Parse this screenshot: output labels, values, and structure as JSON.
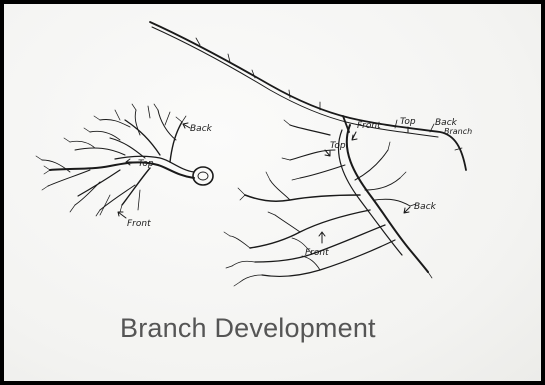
{
  "caption": "Branch Development",
  "left_drawing": {
    "labels": {
      "back": "Back",
      "top": "Top",
      "front": "Front"
    }
  },
  "right_drawing": {
    "labels": {
      "front_upper": "Front",
      "top_upper": "Top",
      "back_upper": "Back",
      "branch": "Branch",
      "top_mid": "Top",
      "back_mid": "Back",
      "front_lower": "Front"
    }
  },
  "colors": {
    "ink": "#1a1a1a",
    "paper": "#f6f6f4",
    "caption": "#555555",
    "border": "#000000"
  }
}
